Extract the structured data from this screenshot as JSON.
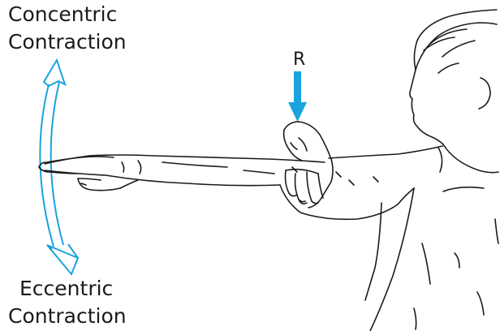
{
  "labels": {
    "concentric_line1": "Concentric",
    "concentric_line2": "Contraction",
    "eccentric_line1": "Eccentric",
    "eccentric_line2": "Contraction",
    "resistance": "R"
  },
  "colors": {
    "accent": "#1aa3dc",
    "line": "#1b1b1b"
  }
}
